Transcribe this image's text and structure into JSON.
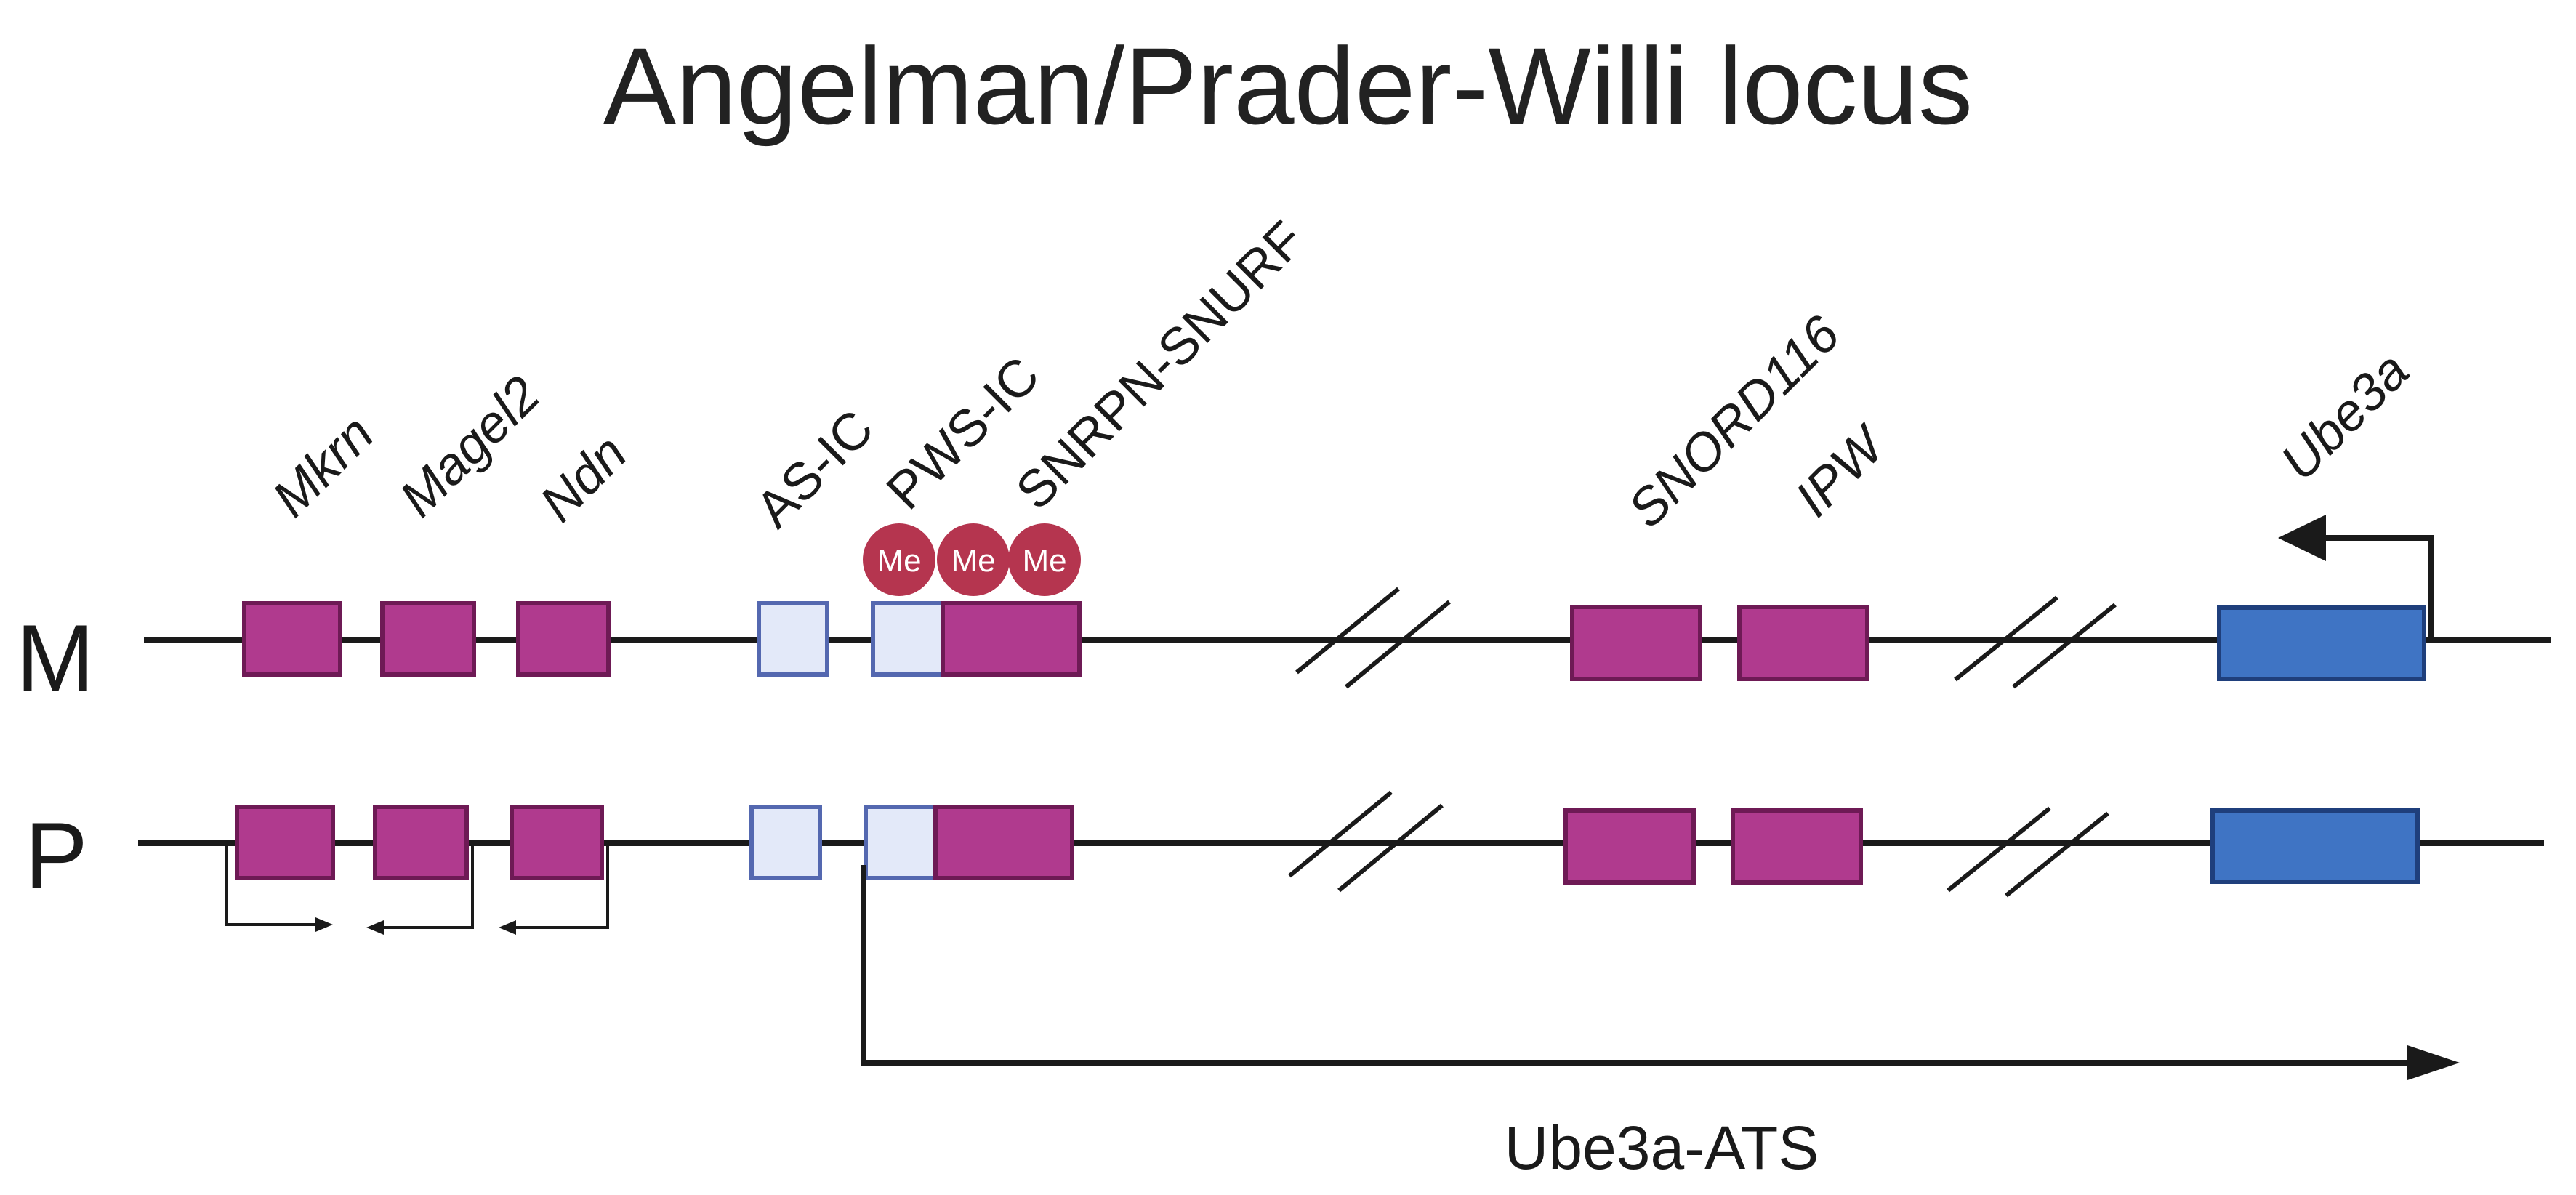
{
  "title": "Angelman/Prader-Willi locus",
  "alleles": {
    "maternal": "M",
    "paternal": "P"
  },
  "genes": {
    "mkrn": "Mkrn",
    "magel2": "Magel2",
    "ndn": "Ndn",
    "snord116": "SNORD116",
    "ipw": "IPW",
    "ube3a": "Ube3a"
  },
  "regions": {
    "as_ic": "AS-IC",
    "pws_ic": "PWS-IC",
    "snrpn_snurf": "SNRPN-SNURF"
  },
  "methylation": {
    "labels": [
      "Me",
      "Me",
      "Me"
    ]
  },
  "transcript": {
    "label": "Ube3a-ATS"
  },
  "colors": {
    "paternal_gene": "#b03a8e",
    "imprinting_center": "#e3e9f9",
    "maternal_gene": "#3f74c4",
    "methyl_mark": "#b5354f"
  }
}
